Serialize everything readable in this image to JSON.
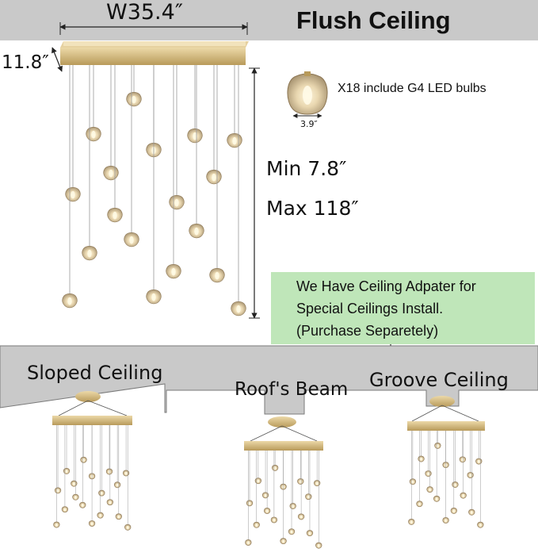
{
  "title": "Flush Ceiling",
  "dimensions": {
    "width": "W35.4″",
    "depth": "11.8″",
    "min_height": "Min 7.8″",
    "max_height": "Max 118″",
    "bulb_size": "3.9″"
  },
  "bulbs_note": "X18 include G4 LED bulbs",
  "adapter_note": {
    "line1": "We Have Ceiling Adpater for",
    "line2": "Special Ceilings Install.",
    "line3": "(Purchase Separetely)"
  },
  "ceiling_types": [
    "Sloped Ceiling",
    "Roof's Beam",
    "Groove Ceiling"
  ],
  "colors": {
    "ceiling_gray": "#c9c9c9",
    "adapter_green": "#bfe6b9",
    "brass": "#d9c08a",
    "crystal": "#e8d9b8"
  },
  "icons": [
    "chandelier",
    "crystal-bulb",
    "dimension-arrow",
    "down-arrow"
  ]
}
